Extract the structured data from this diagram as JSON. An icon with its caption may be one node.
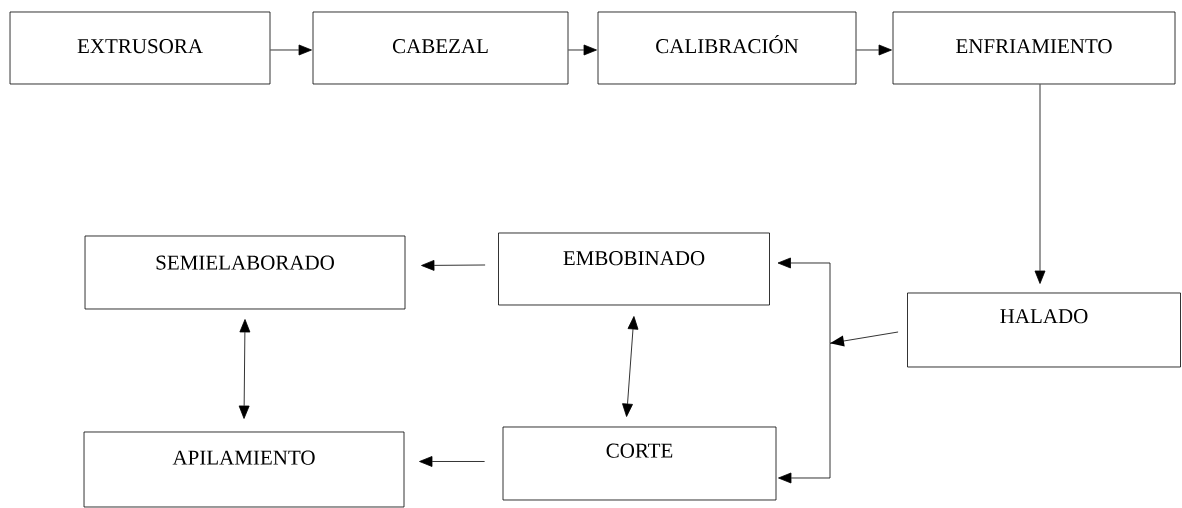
{
  "diagram": {
    "nodes": [
      {
        "text": [
          "EXTRUSORA"
        ]
      },
      {
        "text": [
          "CABEZAL"
        ]
      },
      {
        "text": [
          "CALIBRACIÓN"
        ]
      },
      {
        "text": [
          "ENFRIAMIENTO"
        ]
      },
      {
        "text": [
          "SEMIELABORADO"
        ]
      },
      {
        "text": [
          "EMBOBINADO"
        ]
      },
      {
        "text": [
          "HALADO"
        ]
      },
      {
        "text": [
          "APILAMIENTO"
        ]
      },
      {
        "text": [
          "CORTE"
        ]
      }
    ],
    "edges": [
      {
        "from": 0,
        "to": 1,
        "arrow": "to"
      },
      {
        "from": 1,
        "to": 2,
        "arrow": "to"
      },
      {
        "from": 2,
        "to": 3,
        "arrow": "to"
      },
      {
        "from": 3,
        "to": 6,
        "arrow": "to"
      },
      {
        "from": 6,
        "to": 5,
        "arrow": "to"
      },
      {
        "from": 6,
        "to": 8,
        "arrow": "to"
      },
      {
        "from": 5,
        "to": 4,
        "arrow": "to"
      },
      {
        "from": 8,
        "to": 7,
        "arrow": "to"
      },
      {
        "from": 4,
        "to": 7,
        "arrow": "both"
      },
      {
        "from": 5,
        "to": 8,
        "arrow": "both"
      }
    ]
  }
}
